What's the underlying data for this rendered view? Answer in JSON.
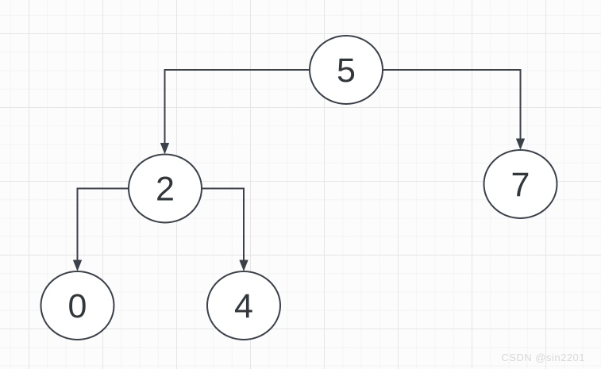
{
  "diagram": {
    "type": "binary-tree",
    "nodes": [
      {
        "id": "5",
        "label": "5",
        "parent": null,
        "side": "root"
      },
      {
        "id": "2",
        "label": "2",
        "parent": "5",
        "side": "left"
      },
      {
        "id": "7",
        "label": "7",
        "parent": "5",
        "side": "right"
      },
      {
        "id": "0",
        "label": "0",
        "parent": "2",
        "side": "left"
      },
      {
        "id": "4",
        "label": "4",
        "parent": "2",
        "side": "right"
      }
    ],
    "edges": [
      {
        "from": "5",
        "to": "2"
      },
      {
        "from": "5",
        "to": "7"
      },
      {
        "from": "2",
        "to": "0"
      },
      {
        "from": "2",
        "to": "4"
      }
    ]
  },
  "colors": {
    "node_stroke": "#3a4149",
    "node_fill": "#ffffff",
    "node_text": "#32373c",
    "grid_minor": "#f3f3f3",
    "grid_major": "#e6e6e6",
    "background": "#fcfcfc",
    "watermark": "#d8d8d8"
  },
  "watermark": {
    "text": "CSDN @sin2201"
  }
}
